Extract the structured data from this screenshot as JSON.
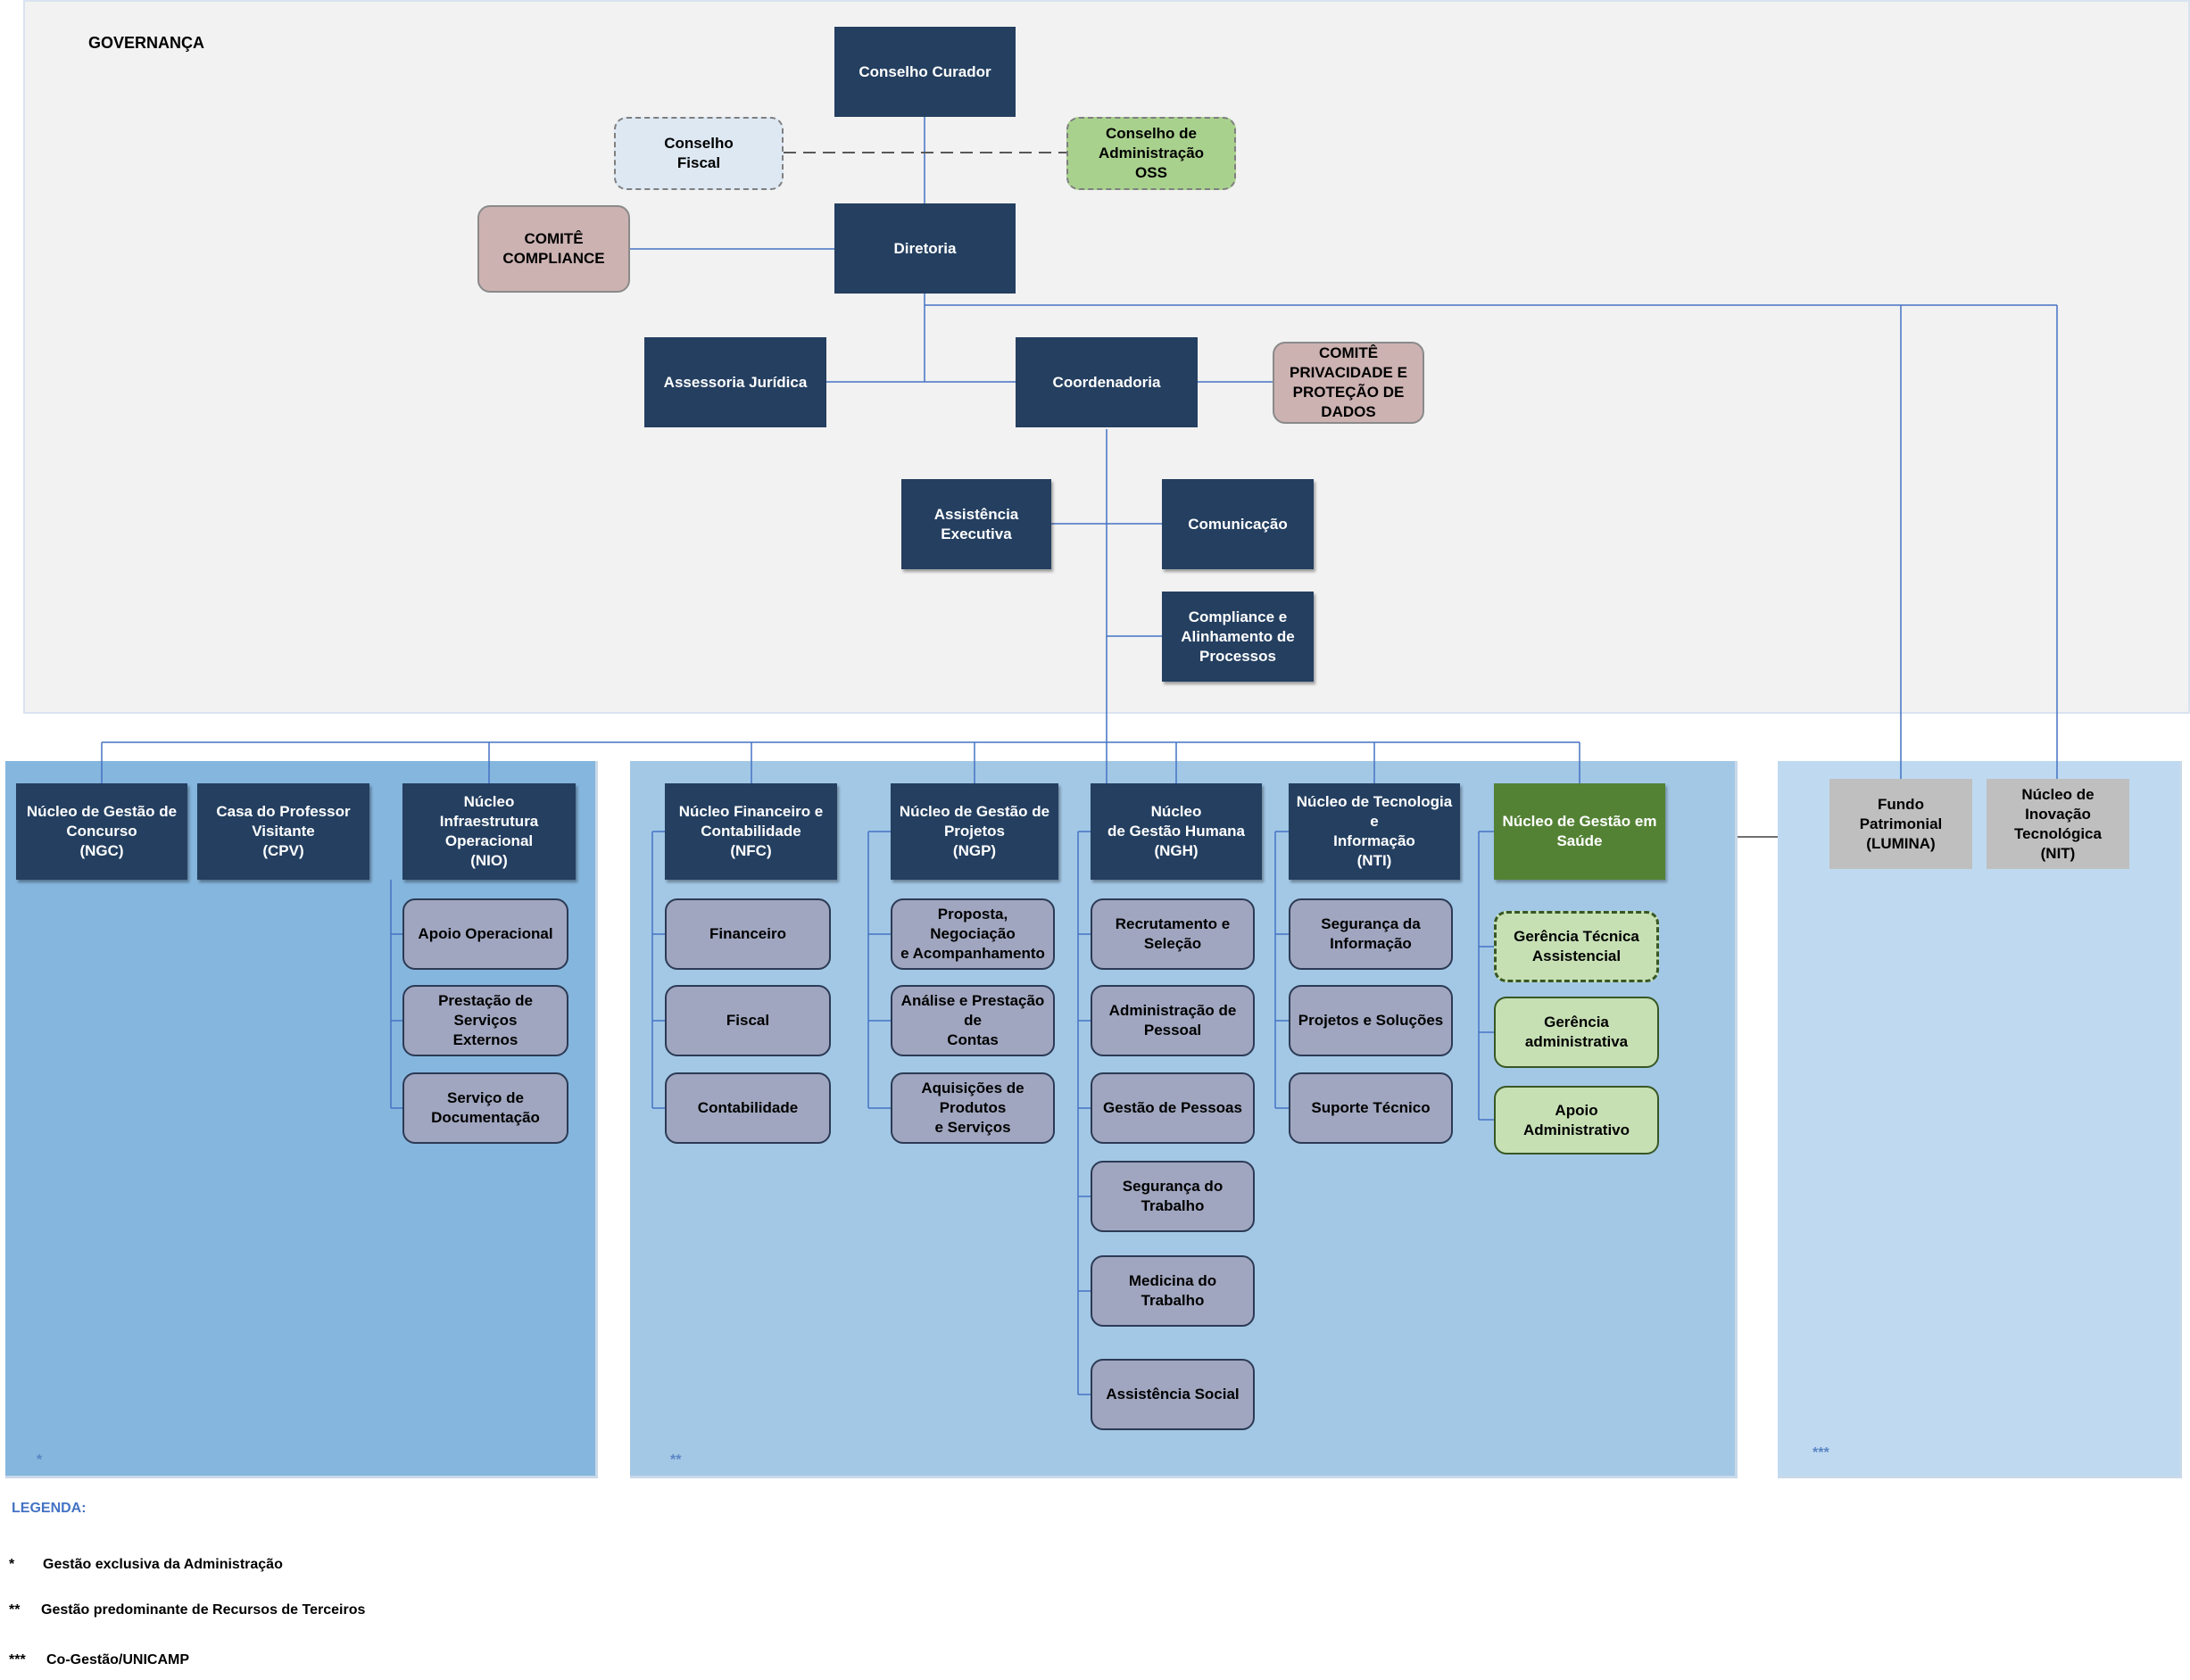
{
  "governance": {
    "title": "GOVERNANÇA",
    "conselho_curador": "Conselho Curador",
    "conselho_fiscal": "Conselho\nFiscal",
    "conselho_admin": "Conselho de\nAdministração\nOSS",
    "comite_compliance": "COMITÊ\nCOMPLIANCE",
    "diretoria": "Diretoria",
    "assessoria": "Assessoria  Jurídica",
    "coordenadoria": "Coordenadoria",
    "comite_privacidade": "COMITÊ\nPRIVACIDADE E\nPROTEÇÃO DE\nDADOS",
    "assistencia_executiva": "Assistência\nExecutiva",
    "comunicacao": "Comunicação",
    "compliance_processos": "Compliance e\nAlinhamento de\nProcessos"
  },
  "section1": {
    "marker": "*",
    "ngc": "Núcleo de Gestão de\nConcurso\n(NGC)",
    "cpv": "Casa do Professor\nVisitante\n(CPV)",
    "nio": "Núcleo\nInfraestrutura\nOperacional\n(NIO)",
    "nio_items": [
      "Apoio Operacional",
      "Prestação de Serviços\nExternos",
      "Serviço de\nDocumentação"
    ]
  },
  "section2": {
    "marker": "**",
    "nfc": "Núcleo Financeiro e\nContabilidade\n(NFC)",
    "nfc_items": [
      "Financeiro",
      "Fiscal",
      "Contabilidade"
    ],
    "ngp": "Núcleo de Gestão de\nProjetos\n(NGP)",
    "ngp_items": [
      "Proposta, Negociação\ne  Acompanhamento",
      "Análise e Prestação de\nContas",
      "Aquisições de Produtos\ne Serviços"
    ],
    "ngh": "Núcleo\nde Gestão  Humana\n(NGH)",
    "ngh_items": [
      "Recrutamento e\nSeleção",
      "Administração de\nPessoal",
      "Gestão de Pessoas",
      "Segurança do Trabalho",
      "Medicina do Trabalho",
      "Assistência Social"
    ],
    "nti": "Núcleo de Tecnologia e\nInformação\n(NTI)",
    "nti_items": [
      "Segurança da\nInformação",
      "Projetos e Soluções",
      "Suporte Técnico"
    ],
    "ngs": "Núcleo de Gestão em\nSaúde",
    "ngs_items": [
      "Gerência Técnica\nAssistencial",
      "Gerência\nadministrativa",
      "Apoio Administrativo"
    ]
  },
  "section3": {
    "marker": "***",
    "lumina": "Fundo\nPatrimonial\n(LUMINA)",
    "nit": "Núcleo de Inovação\nTecnológica\n(NIT)"
  },
  "legend": {
    "title": "LEGENDA:",
    "items": [
      {
        "mark": "*",
        "text": "Gestão exclusiva da Administração"
      },
      {
        "mark": "**",
        "text": "Gestão predominante de Recursos de Terceiros"
      },
      {
        "mark": "***",
        "text": "Co-Gestão/UNICAMP"
      }
    ]
  },
  "colors": {
    "navy": "#243f60",
    "connector": "#4472c4",
    "saude_green": "#548235",
    "light_green": "#c6e0b4"
  }
}
